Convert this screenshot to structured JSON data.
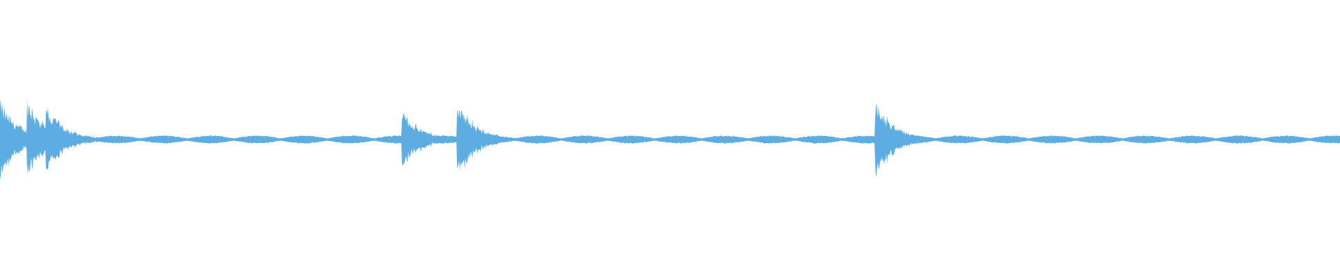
{
  "waveform": {
    "color": "#5dade2",
    "background": "#ffffff",
    "transients": [
      {
        "time": 0.0,
        "strength": 1.0
      },
      {
        "time": 0.02,
        "strength": 1.0
      },
      {
        "time": 0.034,
        "strength": 0.9
      },
      {
        "time": 0.3,
        "strength": 0.75
      },
      {
        "time": 0.341,
        "strength": 1.0
      },
      {
        "time": 0.653,
        "strength": 1.0
      }
    ],
    "sustain_level": 0.09
  }
}
